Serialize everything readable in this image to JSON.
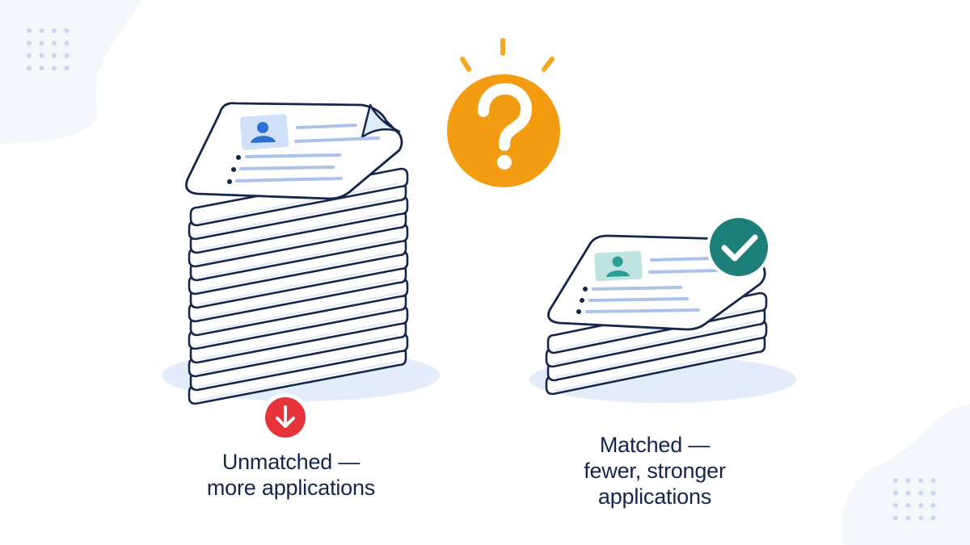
{
  "colors": {
    "navy": "#14254f",
    "paper": "#ffffff",
    "paper_tint": "#f2f6fd",
    "line_blue": "#a9c3ea",
    "shadow_blue": "#e3ecfa",
    "question_orange": "#f39c12",
    "ray_orange": "#f5a623",
    "down_red": "#e5343a",
    "check_teal": "#1d7f7a",
    "avatar_blue_bg": "#cfe0f8",
    "avatar_blue": "#2f6fd4",
    "avatar_teal_bg": "#bfe3e1",
    "avatar_teal": "#2a9d96",
    "blob": "#f3f6fb",
    "dots": "#c9d8f0"
  },
  "icons": {
    "question": "question-mark-icon",
    "down": "down-arrow-icon",
    "check": "checkmark-icon",
    "avatar": "user-avatar-icon"
  },
  "left": {
    "caption_line1": "Unmatched —",
    "caption_line2": "more applications",
    "sheet_count": 14
  },
  "right": {
    "caption_line1": "Matched —",
    "caption_line2": "fewer, stronger",
    "caption_line3": "applications",
    "sheet_count": 5
  }
}
